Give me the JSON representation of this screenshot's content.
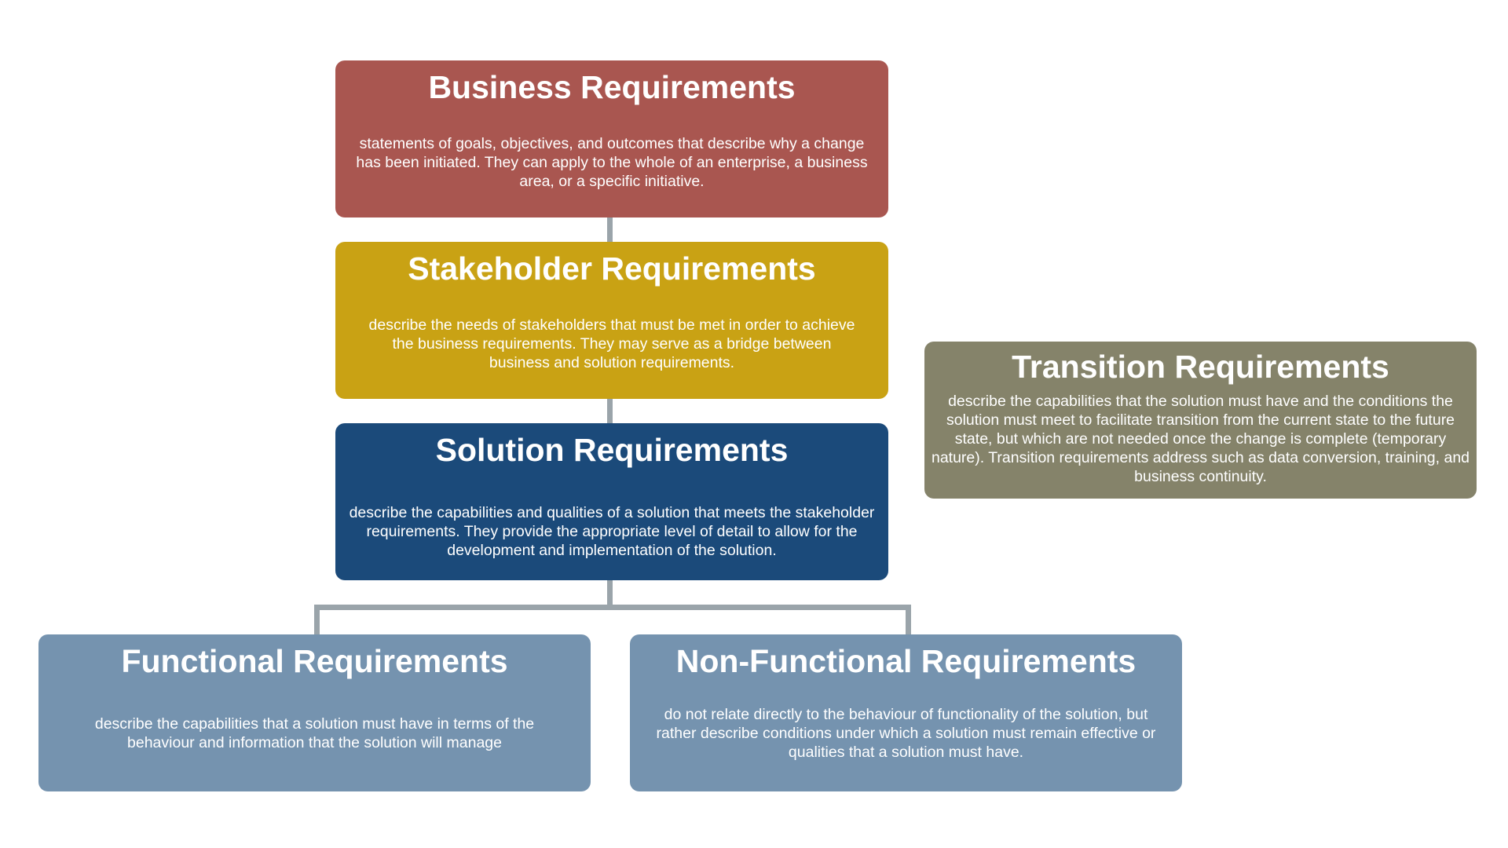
{
  "colors": {
    "business": "#a95650",
    "stakeholder": "#c9a214",
    "solution": "#1b4a7a",
    "functional": "#7593af",
    "non_functional": "#7593af",
    "transition": "#85836a",
    "connector": "#9aa4aa"
  },
  "business": {
    "title": "Business Requirements",
    "description": "statements of goals, objectives, and outcomes that describe why a change has been initiated. They can apply to the whole of an enterprise, a business area, or a specific initiative."
  },
  "stakeholder": {
    "title": "Stakeholder Requirements",
    "description": "describe the needs of stakeholders that must be met in order to achieve the business requirements. They may serve as a bridge between business and solution requirements."
  },
  "solution": {
    "title": "Solution Requirements",
    "description": "describe the capabilities and qualities of a solution that meets the stakeholder requirements. They provide the appropriate level of detail to allow for the development and implementation of the solution."
  },
  "functional": {
    "title": "Functional Requirements",
    "description": "describe the capabilities that a solution must have in terms of the behaviour and information that the solution will manage"
  },
  "non_functional": {
    "title": "Non-Functional Requirements",
    "description": "do not relate directly to the behaviour of functionality of the solution, but rather describe conditions under which a solution must remain effective or qualities that a solution must have."
  },
  "transition": {
    "title": "Transition Requirements",
    "description": "describe the capabilities that the solution must have and the conditions the solution must meet to facilitate transition from  the current state to the future state, but which are not needed once the change is complete (temporary nature). Transition requirements address such as data conversion, training, and business continuity."
  }
}
